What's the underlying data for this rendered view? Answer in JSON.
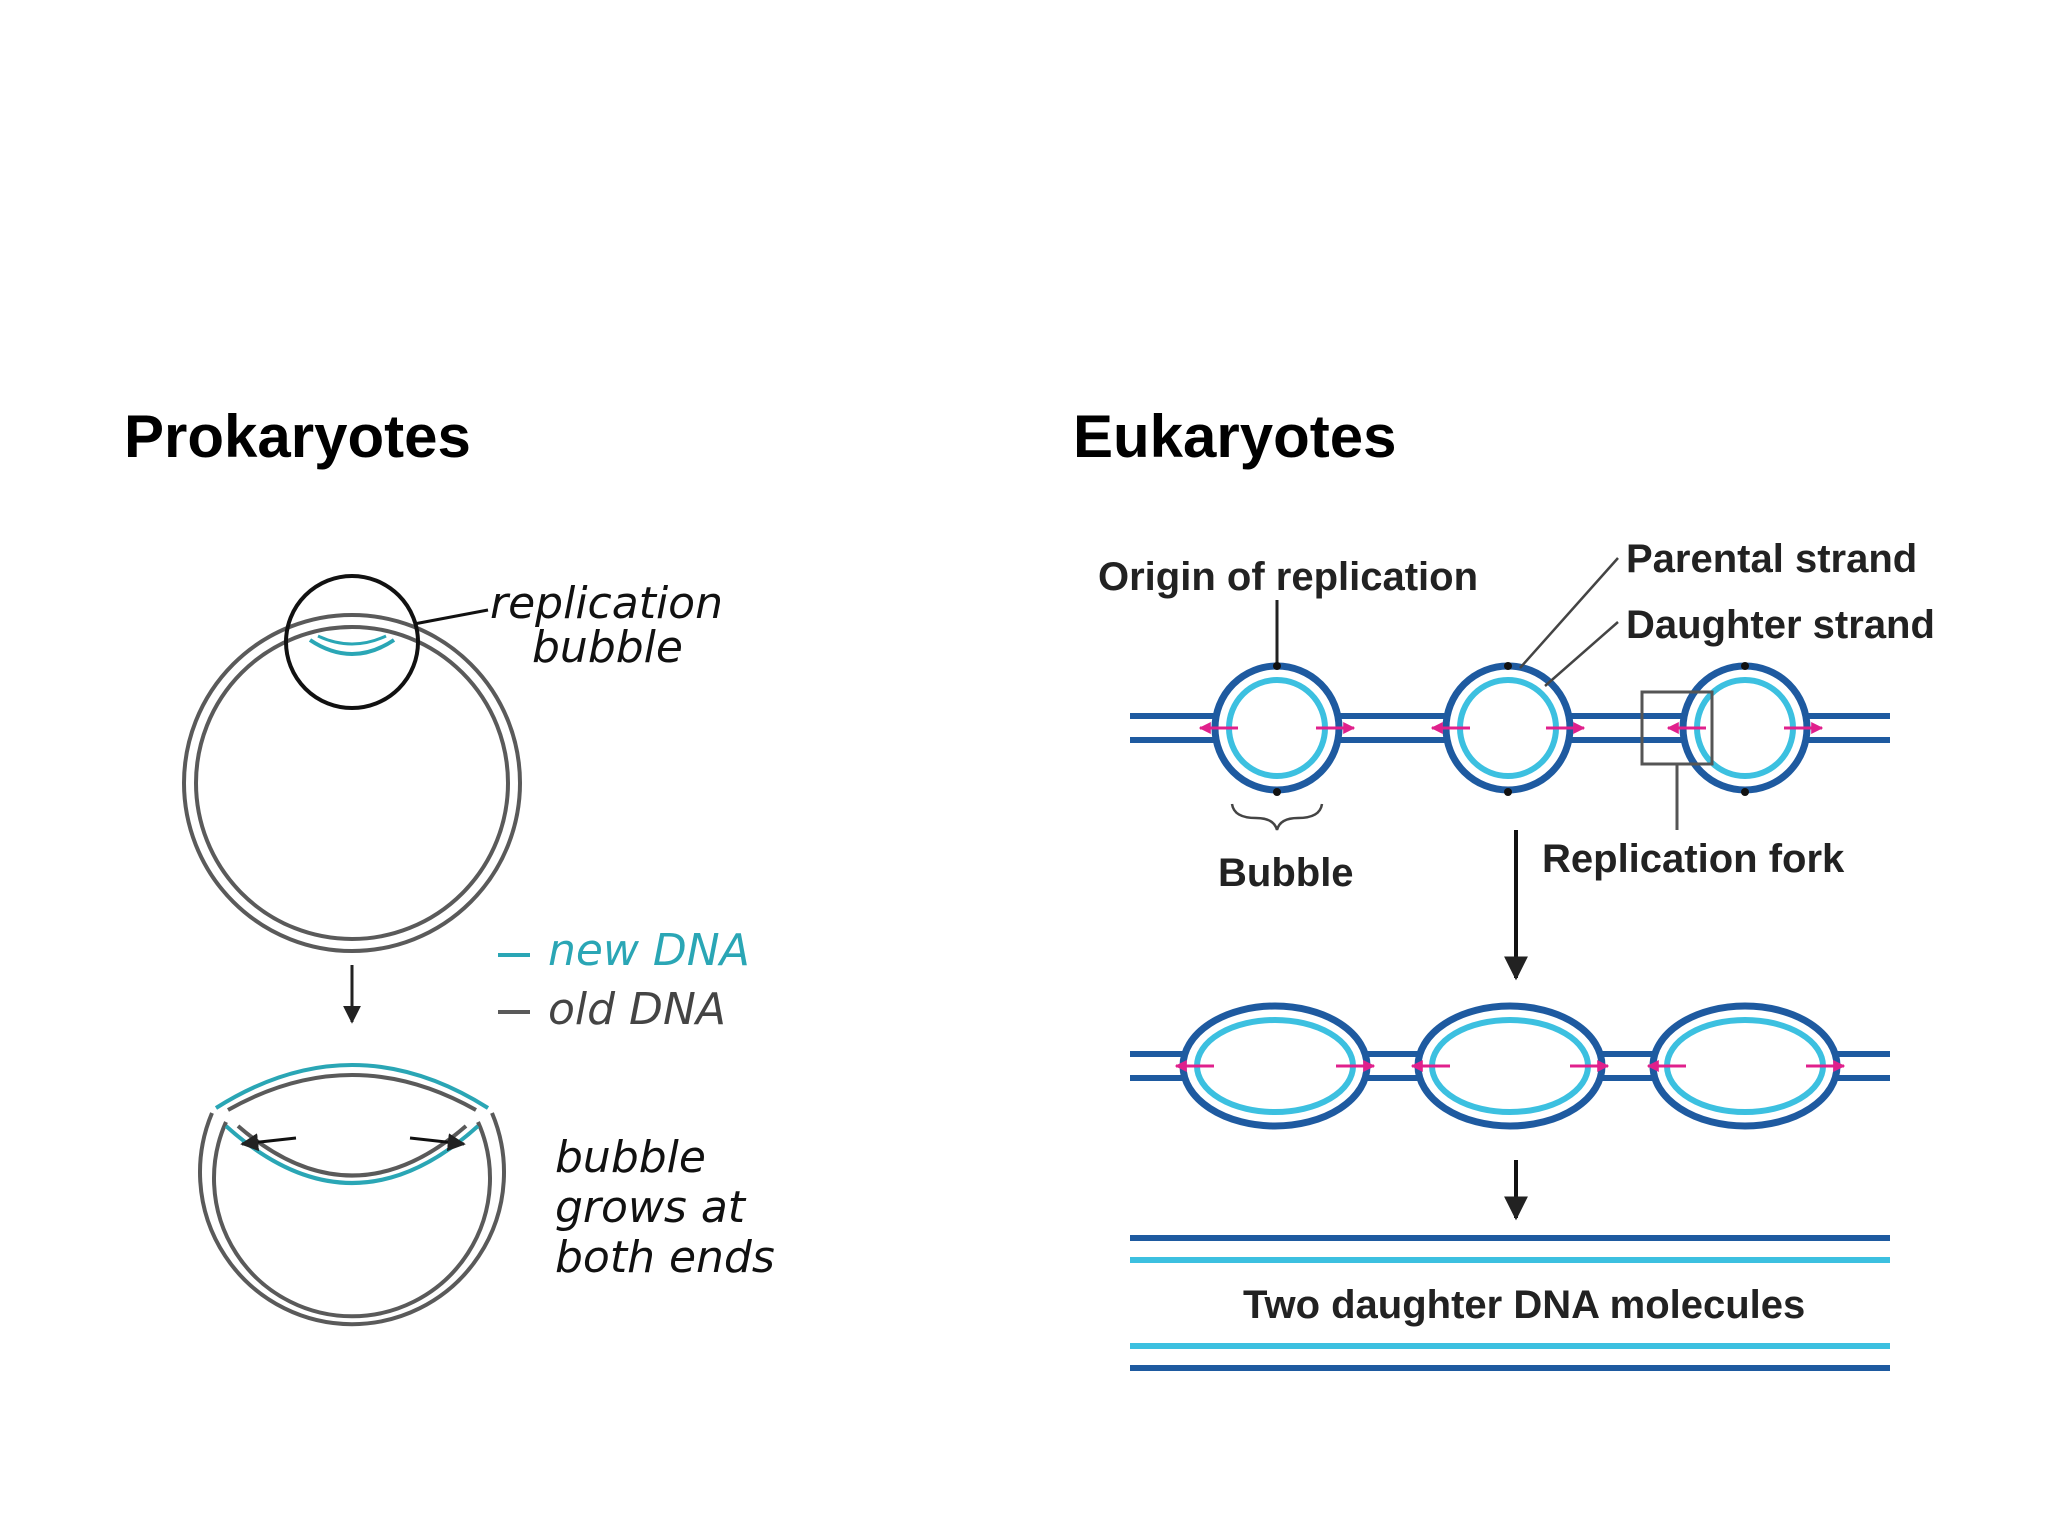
{
  "headings": {
    "prokaryotes": "Prokaryotes",
    "eukaryotes": "Eukaryotes"
  },
  "prokaryote_diagram": {
    "label_replication": "replication",
    "label_bubble": "bubble",
    "legend_new": "new DNA",
    "legend_old": "old DNA",
    "caption_line1": "bubble",
    "caption_line2": "grows at",
    "caption_line3": "both ends"
  },
  "eukaryote_diagram": {
    "origin": "Origin of replication",
    "parental": "Parental strand",
    "daughter": "Daughter strand",
    "bubble": "Bubble",
    "fork": "Replication fork",
    "molecules": "Two daughter DNA molecules"
  },
  "colors": {
    "old_dna": "#5a5a5a",
    "new_dna": "#2aa6b5",
    "parental_strand": "#1e5aa0",
    "daughter_strand": "#3cc0e0",
    "direction_arrow": "#e0208c"
  }
}
